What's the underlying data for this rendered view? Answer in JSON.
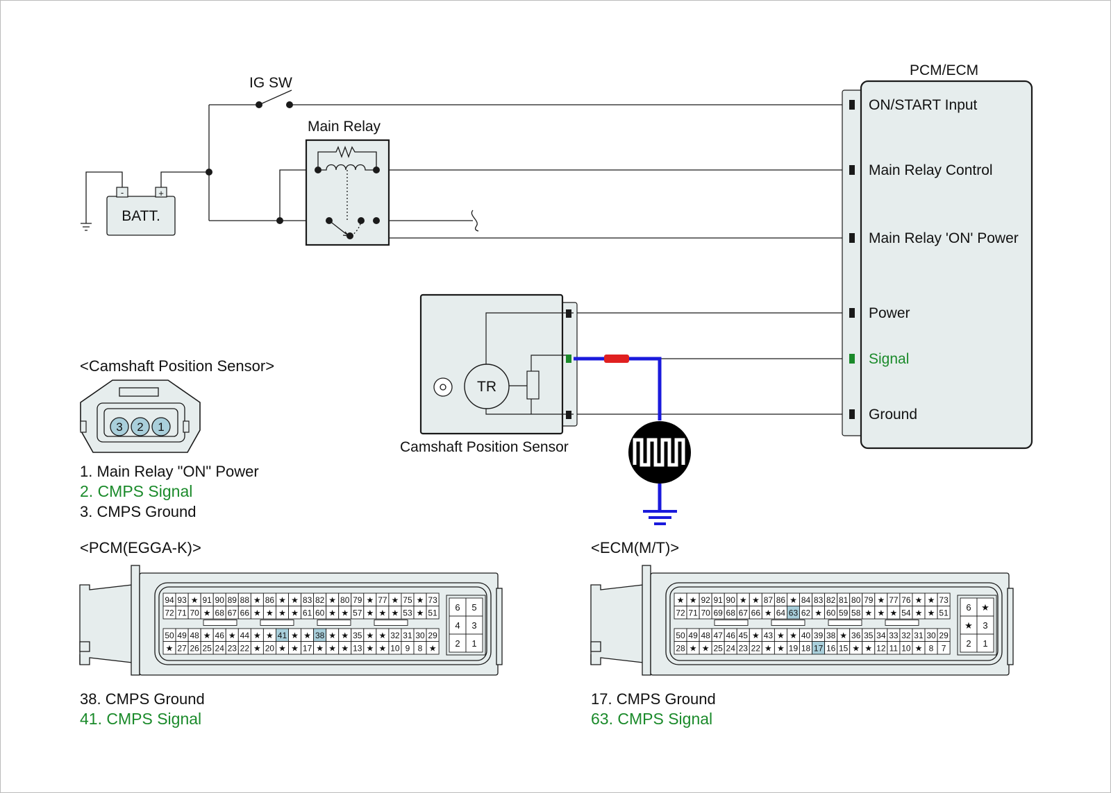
{
  "colors": {
    "box_fill": "#e6eded",
    "stroke": "#1a1a1a",
    "signal_green": "#1a8a2a",
    "wire_blue": "#1a1adc",
    "probe_red": "#e02020",
    "pin_highlight": "#a9cfdb"
  },
  "top": {
    "ig_sw": "IG SW",
    "main_relay": "Main Relay",
    "batt": "BATT.",
    "batt_minus": "-",
    "batt_plus": "+",
    "pcm_title": "PCM/ECM",
    "pcm_terminals": [
      {
        "label": "ON/START Input",
        "signal": false
      },
      {
        "label": "Main Relay Control",
        "signal": false
      },
      {
        "label": "Main Relay 'ON' Power",
        "signal": false
      },
      {
        "label": "Power",
        "signal": false
      },
      {
        "label": "Signal",
        "signal": true
      },
      {
        "label": "Ground",
        "signal": false
      }
    ],
    "sensor_name": "Camshaft Position Sensor",
    "tr": "TR"
  },
  "cmps_connector": {
    "title": "<Camshaft Position Sensor>",
    "pins": [
      "3",
      "2",
      "1"
    ],
    "legend": [
      {
        "text": "1. Main Relay \"ON\" Power",
        "signal": false
      },
      {
        "text": "2. CMPS Signal",
        "signal": true
      },
      {
        "text": "3. CMPS Ground",
        "signal": false
      }
    ]
  },
  "pcm_connector": {
    "title": "<PCM(EGGA-K)>",
    "rows": [
      [
        "94",
        "93",
        "★",
        "91",
        "90",
        "89",
        "88",
        "★",
        "86",
        "★",
        "★",
        "83",
        "82",
        "★",
        "80",
        "79",
        "★",
        "77",
        "★",
        "75",
        "★",
        "73"
      ],
      [
        "72",
        "71",
        "70",
        "★",
        "68",
        "67",
        "66",
        "★",
        "★",
        "★",
        "★",
        "61",
        "60",
        "★",
        "★",
        "57",
        "★",
        "★",
        "★",
        "53",
        "★",
        "51"
      ],
      [
        "50",
        "49",
        "48",
        "★",
        "46",
        "★",
        "44",
        "★",
        "★",
        "41",
        "★",
        "★",
        "38",
        "★",
        "★",
        "35",
        "★",
        "★",
        "32",
        "31",
        "30",
        "29"
      ],
      [
        "★",
        "27",
        "26",
        "25",
        "24",
        "23",
        "22",
        "★",
        "20",
        "★",
        "★",
        "17",
        "★",
        "★",
        "★",
        "13",
        "★",
        "★",
        "10",
        "9",
        "8",
        "★"
      ]
    ],
    "side": [
      [
        "6",
        "5"
      ],
      [
        "4",
        "3"
      ],
      [
        "2",
        "1"
      ]
    ],
    "highlight": [
      "41",
      "38"
    ],
    "legend": [
      {
        "text": "38. CMPS Ground",
        "signal": false
      },
      {
        "text": "41. CMPS Signal",
        "signal": true
      }
    ]
  },
  "ecm_connector": {
    "title": "<ECM(M/T)>",
    "rows": [
      [
        "★",
        "★",
        "92",
        "91",
        "90",
        "★",
        "★",
        "87",
        "86",
        "★",
        "84",
        "83",
        "82",
        "81",
        "80",
        "79",
        "★",
        "77",
        "76",
        "★",
        "★",
        "73"
      ],
      [
        "72",
        "71",
        "70",
        "69",
        "68",
        "67",
        "66",
        "★",
        "64",
        "63",
        "62",
        "★",
        "60",
        "59",
        "58",
        "★",
        "★",
        "★",
        "54",
        "★",
        "★",
        "51"
      ],
      [
        "50",
        "49",
        "48",
        "47",
        "46",
        "45",
        "★",
        "43",
        "★",
        "★",
        "40",
        "39",
        "38",
        "★",
        "36",
        "35",
        "34",
        "33",
        "32",
        "31",
        "30",
        "29"
      ],
      [
        "28",
        "★",
        "★",
        "25",
        "24",
        "23",
        "22",
        "★",
        "★",
        "19",
        "18",
        "17",
        "16",
        "15",
        "★",
        "★",
        "12",
        "11",
        "10",
        "★",
        "8",
        "7"
      ]
    ],
    "side": [
      [
        "6",
        "★"
      ],
      [
        "★",
        "3"
      ],
      [
        "2",
        "1"
      ]
    ],
    "highlight": [
      "63",
      "17"
    ],
    "legend": [
      {
        "text": "17. CMPS Ground",
        "signal": false
      },
      {
        "text": "63. CMPS Signal",
        "signal": true
      }
    ]
  }
}
